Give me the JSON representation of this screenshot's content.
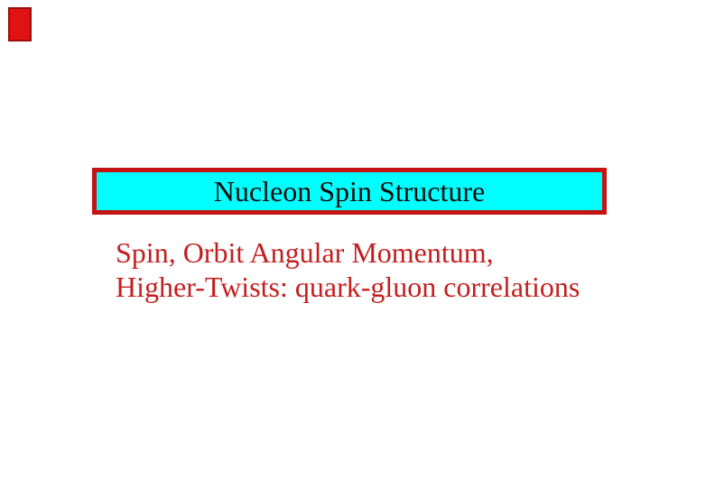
{
  "slide": {
    "background_color": "#ffffff",
    "decoration": {
      "fill_color": "#e11212",
      "border_color": "#9b0d0d"
    },
    "title_box": {
      "text": "Nucleon Spin Structure",
      "fill_color": "#00ffff",
      "border_color": "#c41414",
      "text_color": "#0a0a0a"
    },
    "subtitle": {
      "color": "#c41e1e",
      "lines": [
        "Spin, Orbit Angular Momentum,",
        "Higher-Twists: quark-gluon correlations"
      ]
    }
  }
}
